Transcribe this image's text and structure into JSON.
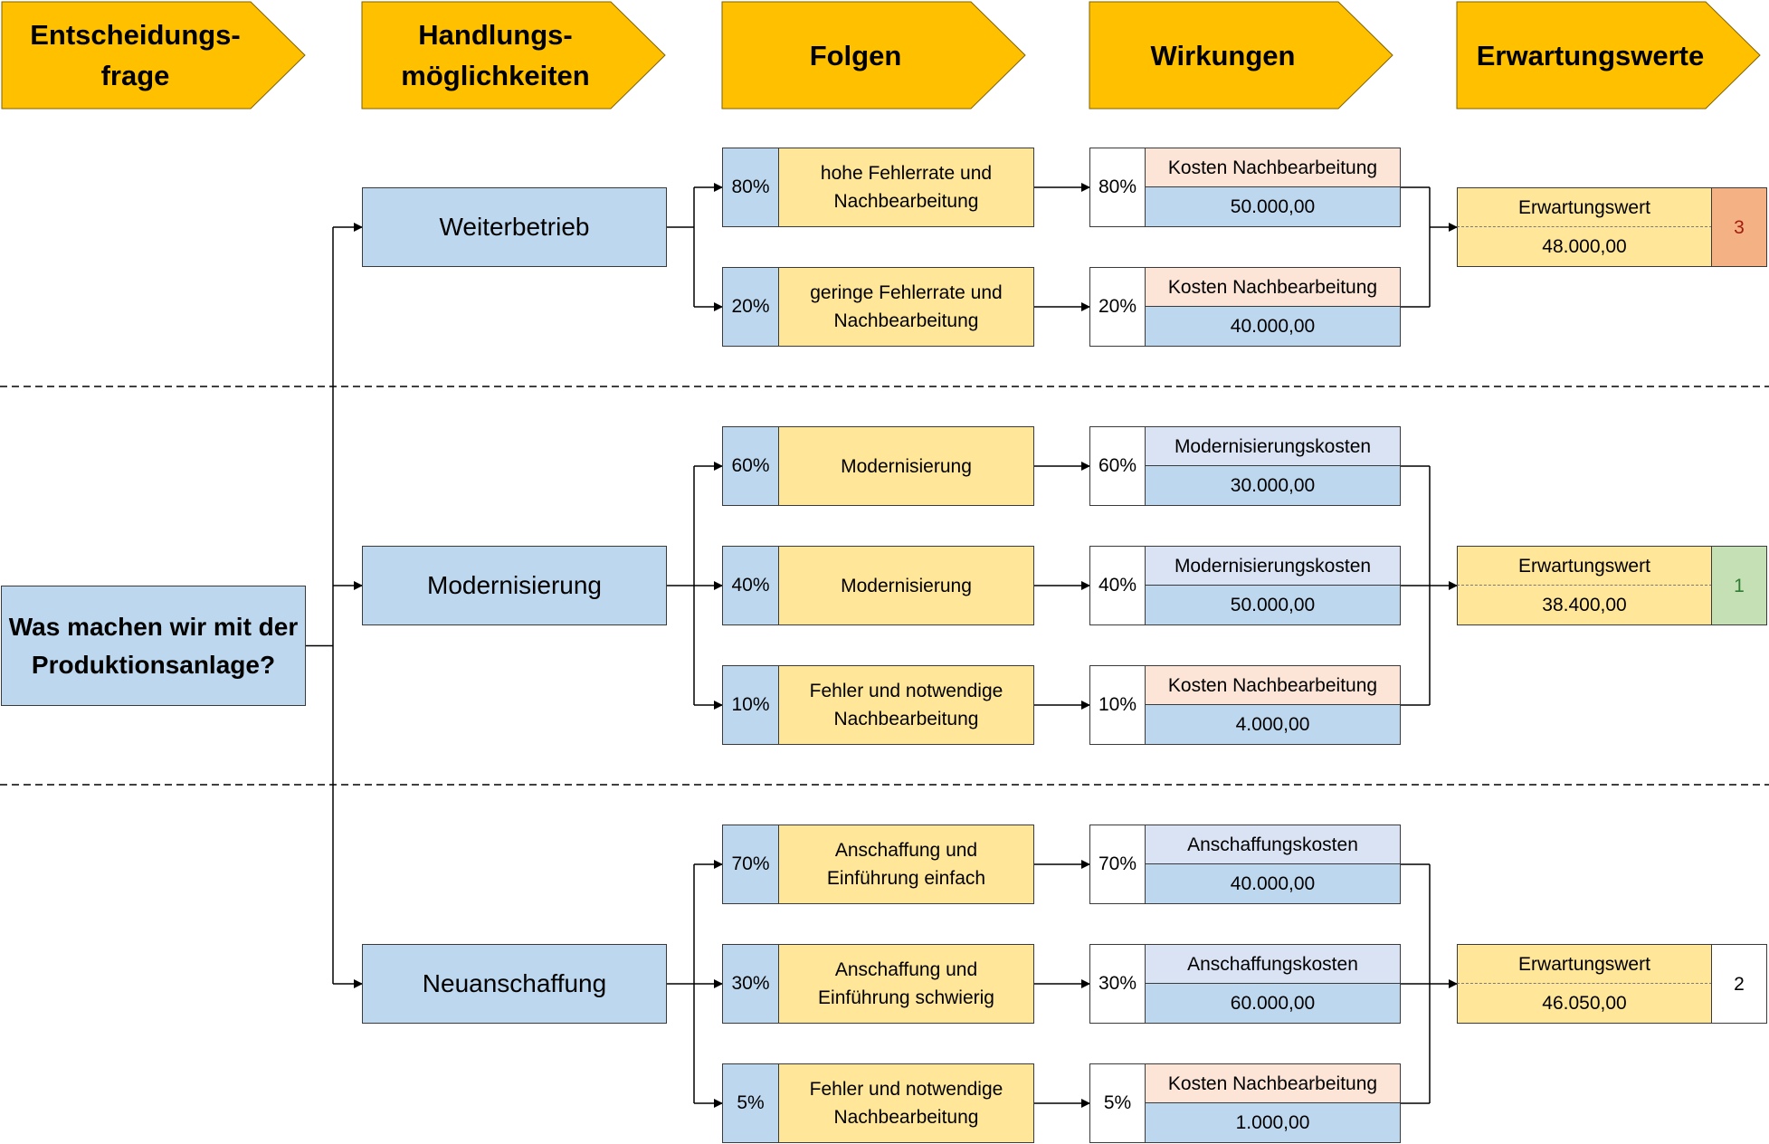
{
  "headers": [
    {
      "label": "Entscheidungs-\nfrage"
    },
    {
      "label": "Handlungs-\nmöglichkeiten"
    },
    {
      "label": "Folgen"
    },
    {
      "label": "Wirkungen"
    },
    {
      "label": "Erwartungswerte"
    }
  ],
  "question": "Was machen wir mit der\nProduktionsanlage?",
  "groups": [
    {
      "action": "Weiterbetrieb",
      "branches": [
        {
          "pct": "80%",
          "folge": "hohe Fehlerrate und\nNachbearbeitung",
          "wirkung": "Kosten Nachbearbeitung",
          "value": "50.000,00",
          "wirkung_color": "#fce4d6"
        },
        {
          "pct": "20%",
          "folge": "geringe Fehlerrate und\nNachbearbeitung",
          "wirkung": "Kosten Nachbearbeitung",
          "value": "40.000,00",
          "wirkung_color": "#fce4d6"
        }
      ],
      "ew_label": "Erwartungswert",
      "ew_value": "48.000,00",
      "rank": "3",
      "rank_color": "#f4b183"
    },
    {
      "action": "Modernisierung",
      "branches": [
        {
          "pct": "60%",
          "folge": "Modernisierung",
          "wirkung": "Modernisierungskosten",
          "value": "30.000,00",
          "wirkung_color": "#dae3f3"
        },
        {
          "pct": "40%",
          "folge": "Modernisierung",
          "wirkung": "Modernisierungskosten",
          "value": "50.000,00",
          "wirkung_color": "#dae3f3"
        },
        {
          "pct": "10%",
          "folge": "Fehler und notwendige\nNachbearbeitung",
          "wirkung": "Kosten Nachbearbeitung",
          "value": "4.000,00",
          "wirkung_color": "#fce4d6"
        }
      ],
      "ew_label": "Erwartungswert",
      "ew_value": "38.400,00",
      "rank": "1",
      "rank_color": "#c5e0b4"
    },
    {
      "action": "Neuanschaffung",
      "branches": [
        {
          "pct": "70%",
          "folge": "Anschaffung und\nEinführung einfach",
          "wirkung": "Anschaffungskosten",
          "value": "40.000,00",
          "wirkung_color": "#dae3f3"
        },
        {
          "pct": "30%",
          "folge": "Anschaffung und\nEinführung schwierig",
          "wirkung": "Anschaffungskosten",
          "value": "60.000,00",
          "wirkung_color": "#dae3f3"
        },
        {
          "pct": "5%",
          "folge": "Fehler und notwendige\nNachbearbeitung",
          "wirkung": "Kosten Nachbearbeitung",
          "value": "1.000,00",
          "wirkung_color": "#fce4d6"
        }
      ],
      "ew_label": "Erwartungswert",
      "ew_value": "46.050,00",
      "rank": "2",
      "rank_color": "#ffffff"
    }
  ]
}
